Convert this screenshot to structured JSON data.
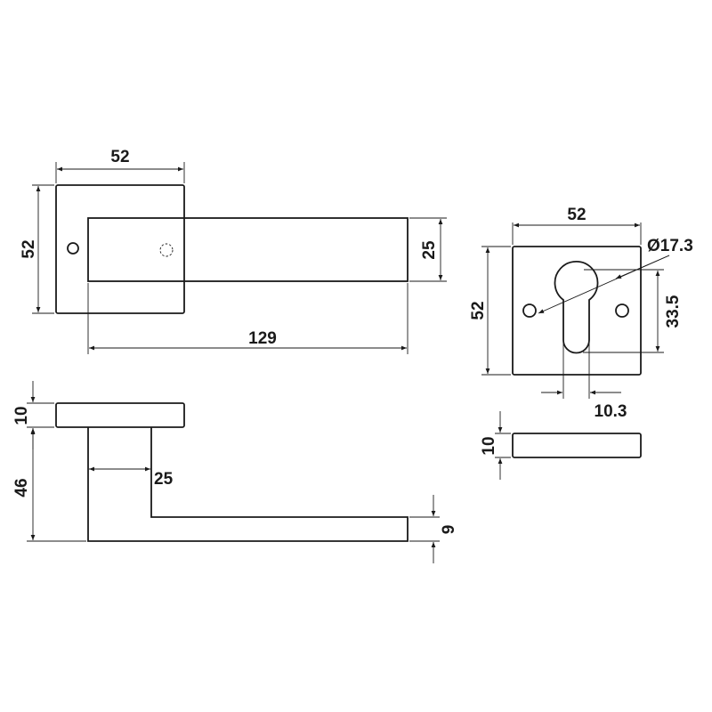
{
  "drawing": {
    "top_view": {
      "rose_width": "52",
      "rose_height": "52",
      "lever_height": "25",
      "lever_length": "129"
    },
    "side_view": {
      "rose_thickness": "10",
      "lever_projection": "46",
      "lever_width": "25",
      "lever_thickness": "9"
    },
    "escutcheon_front": {
      "width": "52",
      "height": "52",
      "keyhole_diameter": "Ø17.3",
      "keyhole_length": "33.5",
      "slot_width": "10.3"
    },
    "escutcheon_side": {
      "thickness": "10"
    },
    "line_color": "#1a1a1a"
  }
}
